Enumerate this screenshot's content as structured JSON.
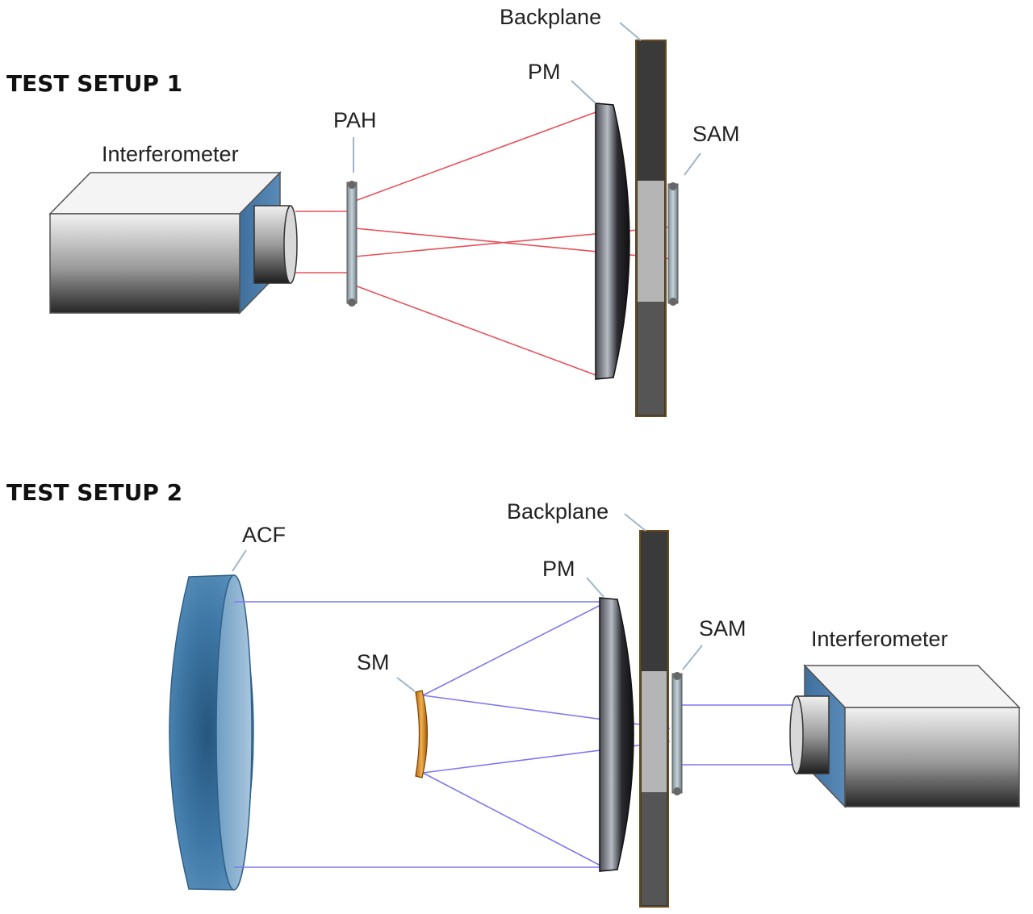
{
  "setup1": {
    "heading": "TEST SETUP 1",
    "labels": {
      "backplane": "Backplane",
      "pm": "PM",
      "pah": "PAH",
      "sam": "SAM",
      "interferometer": "Interferometer"
    },
    "beam_color": "#e8505a"
  },
  "setup2": {
    "heading": "TEST SETUP 2",
    "labels": {
      "backplane": "Backplane",
      "acf": "ACF",
      "pm": "PM",
      "sam": "SAM",
      "sm": "SM",
      "interferometer": "Interferometer"
    },
    "beam_color": "#7f78f0"
  },
  "colors": {
    "interferometer_side": "#4a7aa8",
    "backplane_dark": "#3c3c3c",
    "backplane_light": "#b8b8b8",
    "acf_blue": "#4d86b3",
    "sm_orange": "#d98a2a"
  }
}
